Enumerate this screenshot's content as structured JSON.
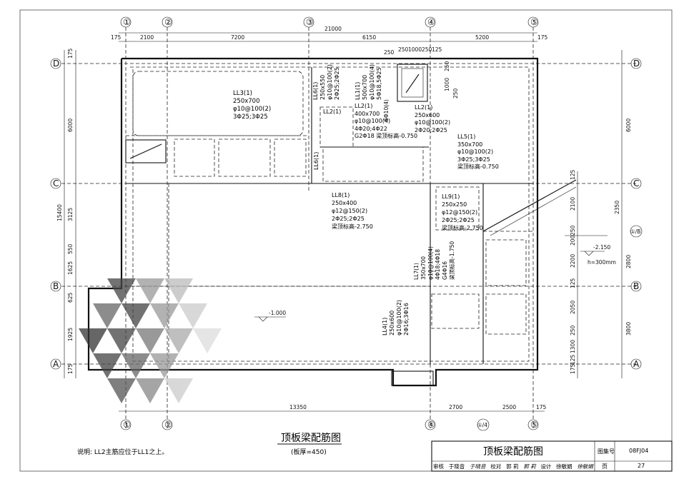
{
  "drawing": {
    "title": "顶板梁配筋图",
    "subtitle": "(板厚=450)",
    "note": "说明: LL2主筋应位于LL1之上。"
  },
  "axes": {
    "top": [
      "①",
      "②",
      "③",
      "④",
      "⑤"
    ],
    "bottom": [
      "①",
      "②",
      "④",
      "①/4",
      "⑤"
    ],
    "left": [
      "D",
      "C",
      "B",
      "A"
    ],
    "right": [
      "D",
      "C",
      "①/B",
      "B",
      "A"
    ]
  },
  "dimensions": {
    "top_total": "21000",
    "top_segments": [
      "175",
      "2100",
      "7200",
      "6150",
      "5200",
      "175"
    ],
    "top_detail": [
      "250",
      "250",
      "1000",
      "250",
      "125"
    ],
    "bottom_segments": [
      "13350",
      "2700",
      "2500",
      "175"
    ],
    "left": [
      "175",
      "6000",
      "15400",
      "3125",
      "550",
      "1625",
      "625",
      "1925",
      "175"
    ],
    "right_inner": [
      "125",
      "2100",
      "250",
      "200",
      "2200",
      "125",
      "2050",
      "250",
      "1300",
      "125",
      "175"
    ],
    "right_outer": [
      "6000",
      "2350",
      "2800",
      "3800"
    ],
    "pit_dims": [
      "1000",
      "250",
      "250"
    ]
  },
  "beams": {
    "ll3": [
      "LL3(1)",
      "250x700",
      "φ10@100(2)",
      "3Φ25;3Φ25"
    ],
    "ll6a": [
      "LL6(1)",
      "250x550",
      "φ10@100(2)",
      "2Φ25;2Φ25"
    ],
    "ll1": [
      "LL1(1)",
      "500x700",
      "φ10@100(4)",
      "5Φ18,5Φ25"
    ],
    "ll2a": "LL2(1)",
    "ll2": [
      "LL2(1)",
      "400x700",
      "φ10@100(4)",
      "4Φ20;4Φ22",
      "G2Φ18 梁顶标高-0.750"
    ],
    "g6": "6Φ10(4)",
    "ll2b": [
      "LL2(1)",
      "250x600",
      "φ10@100(2)",
      "2Φ20;2Φ25"
    ],
    "ll5": [
      "LL5(1)",
      "350x700",
      "φ10@100(2)",
      "3Φ25;3Φ25",
      "梁顶标高-0.750"
    ],
    "ll6b": "LL6(1)",
    "ll8": [
      "LL8(1)",
      "250x400",
      "φ12@150(2)",
      "2Φ25;2Φ25",
      "梁顶标高-2.750"
    ],
    "ll9": [
      "LL9(1)",
      "250x250",
      "φ12@150(2)",
      "2Φ25;2Φ25",
      "梁顶标高-2.750"
    ],
    "ll7": [
      "LL7(1)",
      "350x700",
      "φ10@100(4)",
      "4Φ18;4Φ18",
      "G4Φ16",
      "梁顶标高-1.750"
    ],
    "ll4": [
      "LL4(1)",
      "250x600",
      "φ10@100(2)",
      "2Φ16;3Φ16"
    ]
  },
  "levels": {
    "main": "-1.000",
    "ramp": "-2.150",
    "ramp_note": "h=300mm"
  },
  "title_block": {
    "drawing_name": "顶板梁配筋图",
    "atlas_label": "图集号",
    "atlas_no": "08FJ04",
    "page_label": "页",
    "page_no": "27",
    "row": [
      "审核",
      "于晓音",
      "于晓音",
      "校对",
      "郭 莉",
      "郭 莉",
      "设计",
      "徐敏娟",
      "徐敏娟"
    ]
  }
}
